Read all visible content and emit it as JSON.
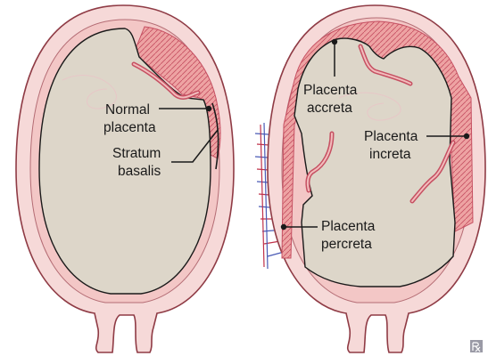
{
  "labels": {
    "normal_line1": "Normal",
    "normal_line2": "placenta",
    "stratum_line1": "Stratum",
    "stratum_line2": "basalis",
    "accreta_line1": "Placenta",
    "accreta_line2": "accreta",
    "increta_line1": "Placenta",
    "increta_line2": "increta",
    "percreta_line1": "Placenta",
    "percreta_line2": "percreta"
  },
  "colors": {
    "uterus_wall": "#f6d9d8",
    "uterus_outline": "#8f3b45",
    "inner_wall": "#f3c7c6",
    "cavity": "#ddd6c9",
    "placenta": "#e88a8a",
    "placenta_dark": "#c65062",
    "vessel_blue": "#4a5ab5",
    "vessel_red": "#c0324a",
    "corner_badge": "#9a9aa6"
  },
  "icons": {
    "corner_badge": "rx-badge-icon"
  }
}
